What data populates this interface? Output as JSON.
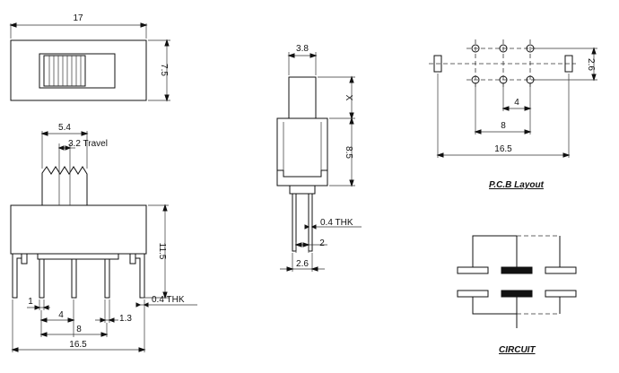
{
  "top_view": {
    "width_label": "17",
    "height_label": "7.5"
  },
  "front_view": {
    "actuator_label": "5.4",
    "travel_label": "3.2 Travel",
    "height_label": "11.5",
    "thickness_label": "0.4 THK",
    "pin_width_label": "1",
    "pitch_label": "4",
    "span_label": "8",
    "leg_label": "1.3",
    "overall_label": "16.5"
  },
  "side_view": {
    "actuator_width_label": "3.8",
    "actuator_height_label": "X",
    "body_height_label": "8.5",
    "thickness_label": "0.4 THK",
    "pin_label": "2",
    "spacing_label": "2.6"
  },
  "pcb_layout": {
    "height_label": "2.6",
    "pitch_label": "4",
    "span_label": "8",
    "overall_label": "16.5",
    "caption": "P.C.B Layout"
  },
  "circuit": {
    "caption": "CIRCUIT"
  }
}
